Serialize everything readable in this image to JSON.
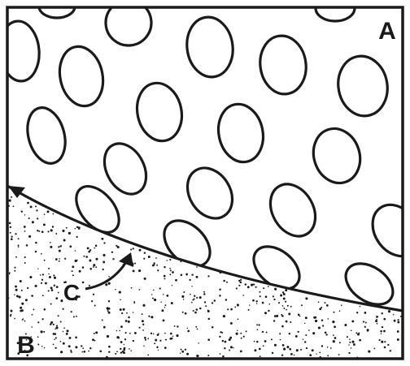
{
  "labels": {
    "region_a": "A",
    "region_b": "B",
    "curve_c": "C"
  },
  "colors": {
    "ink": "#1a1a1a",
    "paper": "#ffffff"
  },
  "icons": {
    "pointer": "arrow-icon"
  }
}
